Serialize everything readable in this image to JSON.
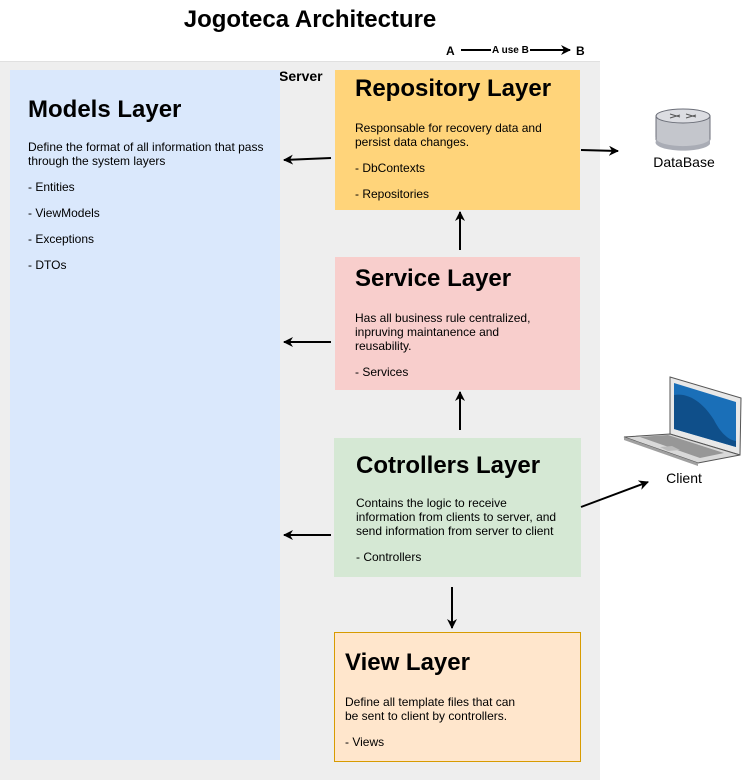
{
  "title": "Jogoteca Architecture",
  "server_label": "Server",
  "legend": {
    "from": "A",
    "to": "B",
    "text": "A use B"
  },
  "layers": {
    "models": {
      "title": "Models Layer",
      "description": "Define the format of all information  that pass through the system layers",
      "items": [
        "- Entities",
        "- ViewModels",
        "- Exceptions",
        "- DTOs"
      ],
      "color": "#dae8fc"
    },
    "repository": {
      "title": "Repository Layer",
      "description": "Responsable for recovery data and persist data changes.",
      "items": [
        "- DbContexts",
        "- Repositories"
      ],
      "color": "#ffd47a"
    },
    "service": {
      "title": "Service Layer",
      "description": "Has all business rule centralized, inpruving maintanence and reusability.",
      "items": [
        "- Services"
      ],
      "color": "#f8cecc"
    },
    "controllers": {
      "title": "Cotrollers Layer",
      "description": "Contains the logic to receive information from clients to server, and send information from server to client",
      "items": [
        "- Controllers"
      ],
      "color": "#d5e8d4"
    },
    "view": {
      "title": "View Layer",
      "description": "Define all template files that can be sent to client by controllers.",
      "items": [
        "- Views"
      ],
      "color": "#ffe6cc"
    }
  },
  "external": {
    "database": {
      "label": "DataBase",
      "icon": "database-icon"
    },
    "client": {
      "label": "Client",
      "icon": "laptop-icon"
    }
  }
}
